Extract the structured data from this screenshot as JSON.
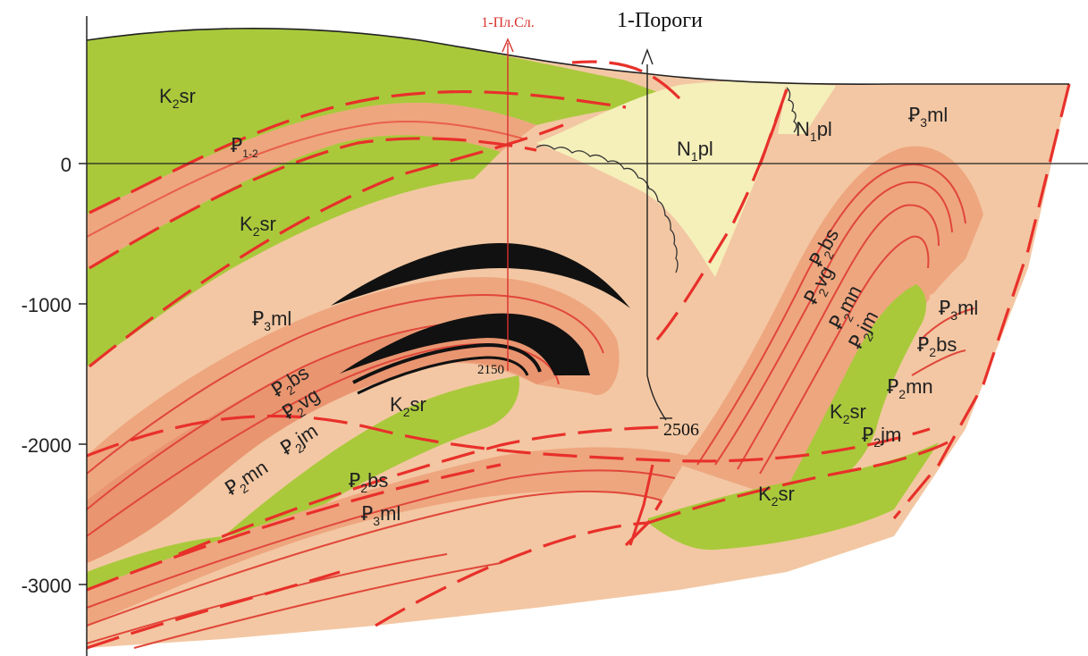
{
  "axis": {
    "ticks": [
      "0",
      "-1000",
      "-2000",
      "-3000"
    ]
  },
  "wells": {
    "well1": {
      "name": "1-Пл.Сл.",
      "depth": "2150"
    },
    "well2": {
      "name": "1-Пороги",
      "depth": "2506"
    }
  },
  "labels": {
    "k2sr_top": {
      "main": "K",
      "sub": "2",
      "rest": "sr"
    },
    "p12": {
      "main": "Ꝑ",
      "sub": "1-2",
      "rest": ""
    },
    "k2sr_mid": {
      "main": "K",
      "sub": "2",
      "rest": "sr"
    },
    "p3ml_left": {
      "main": "Ꝑ",
      "sub": "3",
      "rest": "ml"
    },
    "n1pl_center": {
      "main": "N",
      "sub": "1",
      "rest": "pl"
    },
    "n1pl_right": {
      "main": "N",
      "sub": "1",
      "rest": "pl"
    },
    "p3ml_topright": {
      "main": "Ꝑ",
      "sub": "3",
      "rest": "ml"
    },
    "p2bs_left": {
      "main": "Ꝑ",
      "sub": "2",
      "rest": "bs"
    },
    "p2vg_left": {
      "main": "Ꝑ",
      "sub": "2",
      "rest": "vg"
    },
    "p2jm_left": {
      "main": "Ꝑ",
      "sub": "2",
      "rest": "jm"
    },
    "p2mn_left": {
      "main": "Ꝑ",
      "sub": "2",
      "rest": "mn"
    },
    "k2sr_core": {
      "main": "K",
      "sub": "2",
      "rest": "sr"
    },
    "p2bs_low": {
      "main": "Ꝑ",
      "sub": "2",
      "rest": "bs"
    },
    "p3ml_low": {
      "main": "Ꝑ",
      "sub": "3",
      "rest": "ml"
    },
    "p2bs_r": {
      "main": "Ꝑ",
      "sub": "2",
      "rest": "bs"
    },
    "p2vg_r": {
      "main": "Ꝑ",
      "sub": "2",
      "rest": "vg"
    },
    "p2mn_r": {
      "main": "Ꝑ",
      "sub": "2",
      "rest": "mn"
    },
    "p2jm_r": {
      "main": "Ꝑ",
      "sub": "2",
      "rest": "jm"
    },
    "p3ml_r": {
      "main": "Ꝑ",
      "sub": "3",
      "rest": "ml"
    },
    "p2bs_rr": {
      "main": "Ꝑ",
      "sub": "2",
      "rest": "bs"
    },
    "p2mn_rr": {
      "main": "Ꝑ",
      "sub": "2",
      "rest": "mn"
    },
    "k2sr_r": {
      "main": "K",
      "sub": "2",
      "rest": "sr"
    },
    "p2jm_rr": {
      "main": "Ꝑ",
      "sub": "2",
      "rest": "jm"
    },
    "k2sr_low": {
      "main": "K",
      "sub": "2",
      "rest": "sr"
    }
  },
  "colors": {
    "k2sr": "#a9c93b",
    "paleogene": "#f3c7a3",
    "band": "#eea67f",
    "neogene": "#f5efba",
    "fault": "#e8302a",
    "reservoir": "#111111"
  }
}
